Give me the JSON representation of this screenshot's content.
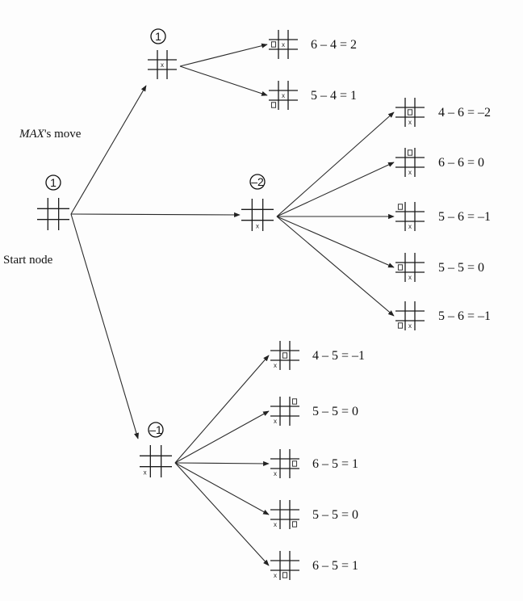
{
  "labels": {
    "max_move_prefix": "MAX",
    "max_move_suffix": "'s move",
    "start": "Start node"
  },
  "root": {
    "value": "1",
    "marks": []
  },
  "children": [
    {
      "id": "c1",
      "value": "1",
      "marks": [
        [
          "x",
          4
        ]
      ],
      "leaves": [
        {
          "score": "6 – 4 = 2",
          "marks": [
            [
              "x",
              4
            ],
            [
              "o",
              3
            ]
          ]
        },
        {
          "score": "5 – 4 = 1",
          "marks": [
            [
              "x",
              4
            ],
            [
              "o",
              6
            ]
          ]
        }
      ]
    },
    {
      "id": "c2",
      "value": "–2",
      "marks": [
        [
          "x",
          7
        ]
      ],
      "leaves": [
        {
          "score": "4 – 6 = –2",
          "marks": [
            [
              "x",
              7
            ],
            [
              "o",
              4
            ]
          ]
        },
        {
          "score": "6 – 6 = 0",
          "marks": [
            [
              "x",
              7
            ],
            [
              "o",
              1
            ]
          ]
        },
        {
          "score": "5 – 6 = –1",
          "marks": [
            [
              "x",
              7
            ],
            [
              "o",
              0
            ]
          ]
        },
        {
          "score": "5 – 5 = 0",
          "marks": [
            [
              "x",
              7
            ],
            [
              "o",
              3
            ]
          ]
        },
        {
          "score": "5 – 6 = –1",
          "marks": [
            [
              "x",
              7
            ],
            [
              "o",
              6
            ]
          ]
        }
      ]
    },
    {
      "id": "c3",
      "value": "–1",
      "marks": [
        [
          "x",
          6
        ]
      ],
      "leaves": [
        {
          "score": "4 – 5 = –1",
          "marks": [
            [
              "x",
              6
            ],
            [
              "o",
              4
            ]
          ]
        },
        {
          "score": "5 – 5 = 0",
          "marks": [
            [
              "x",
              6
            ],
            [
              "o",
              2
            ]
          ]
        },
        {
          "score": "6 – 5 = 1",
          "marks": [
            [
              "x",
              6
            ],
            [
              "o",
              5
            ]
          ]
        },
        {
          "score": "5 – 5 = 0",
          "marks": [
            [
              "x",
              6
            ],
            [
              "o",
              8
            ]
          ]
        },
        {
          "score": "6 – 5 = 1",
          "marks": [
            [
              "x",
              6
            ],
            [
              "o",
              7
            ]
          ]
        }
      ]
    }
  ]
}
